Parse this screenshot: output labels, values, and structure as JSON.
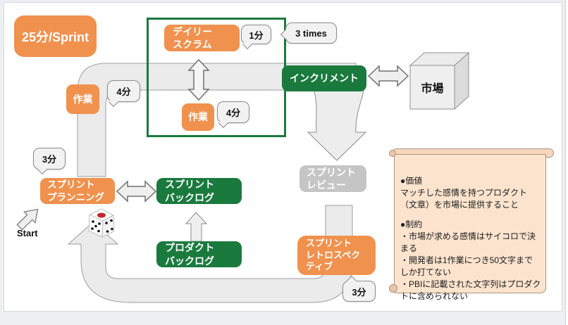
{
  "badges": {
    "sprint_duration": "25分/Sprint",
    "start": "Start"
  },
  "nodes": {
    "daily_scrum": "デイリー\nスクラム",
    "work_top": "作業",
    "work_inner": "作業",
    "increment": "インクリメント",
    "market": "市場",
    "sprint_planning": "スプリント\nプランニング",
    "sprint_backlog": "スプリント\nバックログ",
    "product_backlog": "プロダクト\nバックログ",
    "sprint_review": "スプリント\nレビュー",
    "sprint_retrospective": "スプリント\nレトロスペク\nティブ"
  },
  "callouts": {
    "daily_scrum_time": "1分",
    "daily_scrum_count": "3 times",
    "work_top_time": "4分",
    "work_inner_time": "4分",
    "planning_time": "3分",
    "retrospective_time": "3分"
  },
  "scroll": {
    "value_header": "●価値",
    "value_text": "マッチした感情を持つプロダクト（文章）を市場に提供すること",
    "constraints_header": "●制約",
    "constraints": [
      "・市場が求める感情はサイコロで決まる",
      "・開発者は1作業につき50文字までしか打てない",
      "・PBIに記載された文字列はプロダクトに含められない"
    ]
  },
  "colors": {
    "orange": "#f0914e",
    "green": "#1a7a3e",
    "gray_box": "#c5c5c5",
    "band": "#ebebeb",
    "bubble": "#f2f2f2",
    "scroll_bg": "#fbe3cd",
    "frame_green": "#1a7a3e"
  }
}
